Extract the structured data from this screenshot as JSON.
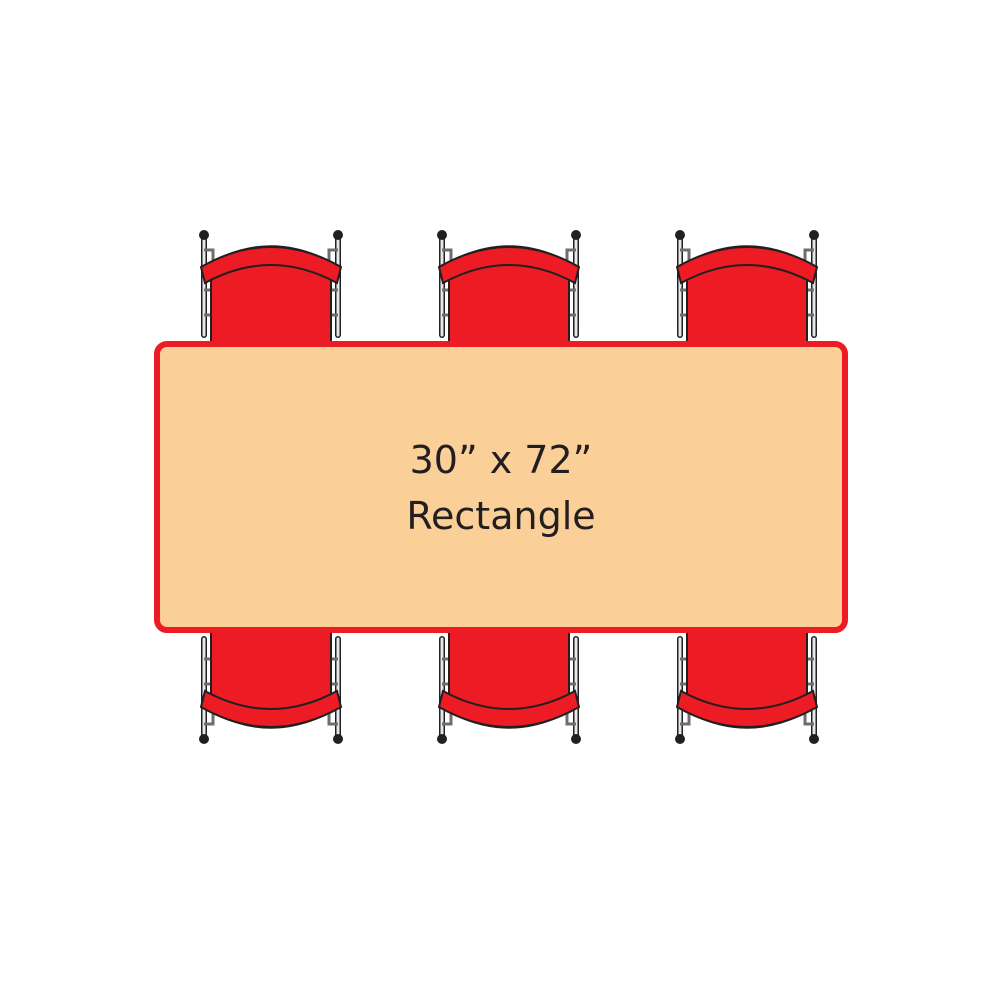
{
  "table": {
    "dimensions": "30” x 72”",
    "shape": "Rectangle"
  },
  "colors": {
    "table_fill": "#fbcf98",
    "table_border": "#ed1c24",
    "chair_seat": "#ed1c24",
    "chair_frame": "#6d6e71",
    "frame_fill": "#e6e7e8",
    "outline": "#231f20"
  },
  "chairs": {
    "top_row_count": 3,
    "bottom_row_count": 3
  }
}
